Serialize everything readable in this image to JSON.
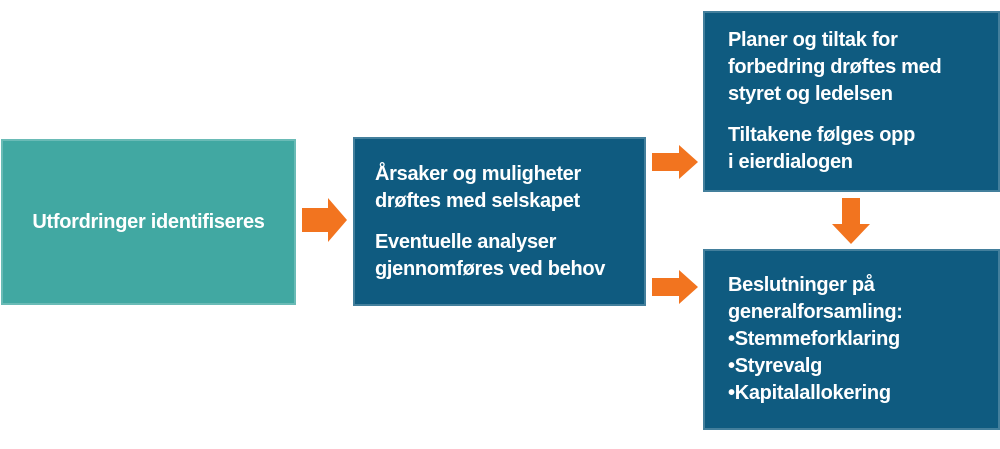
{
  "colors": {
    "teal": "#41A8A2",
    "dark_blue": "#0F5B80",
    "orange": "#F2741F",
    "text": "#FFFFFF",
    "background": "#FFFFFF"
  },
  "diagram": {
    "challenges_box": {
      "text": "Utfordringer identifiseres"
    },
    "discussion_box": {
      "paragraphs": [
        "Årsaker og muligheter\ndrøftes med selskapet",
        "Eventuelle analyser\ngjennomføres ved behov"
      ]
    },
    "plans_box": {
      "paragraphs": [
        "Planer og tiltak for\nforbedring drøftes med\nstyret og ledelsen",
        "Tiltakene følges opp\ni eierdialogen"
      ]
    },
    "decisions_box": {
      "heading": "Beslutninger på\ngeneralforsamling:",
      "bullet_char": "•",
      "bullets": [
        "Stemmeforklaring",
        "Styrevalg",
        "Kapitalallokering"
      ]
    }
  }
}
